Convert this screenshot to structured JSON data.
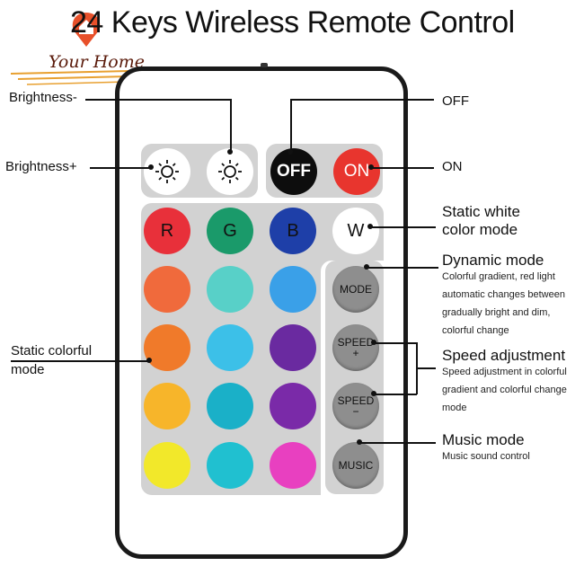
{
  "title": "24 Keys Wireless Remote Control",
  "logo": {
    "text": "Your Home",
    "icon": "house-pin-icon"
  },
  "buttons": {
    "off": "OFF",
    "on": "ON",
    "r": "R",
    "g": "G",
    "b": "B",
    "w": "W",
    "mode": "MODE",
    "speed_up": "SPEED",
    "speed_up_sign": "+",
    "speed_down": "SPEED",
    "speed_down_sign": "−",
    "music": "MUSIC"
  },
  "colors": {
    "r": "#e8303a",
    "g": "#1a9a6a",
    "b": "#1e3fa8",
    "row2": [
      "#f06a3c",
      "#58d0c8",
      "#3aa0e8"
    ],
    "row3": [
      "#f07a2a",
      "#3cc0e8",
      "#6a2aa0"
    ],
    "row4": [
      "#f7b52a",
      "#1ab0c8",
      "#7a2aa8"
    ],
    "row5": [
      "#f2e82a",
      "#20c0d0",
      "#e840c0"
    ],
    "off_bg": "#0d0d0d",
    "on_bg": "#e8352e"
  },
  "labels": {
    "brightness_minus": "Brightness-",
    "brightness_plus": "Brightness+",
    "off": "OFF",
    "on": "ON",
    "static_white": "Static white",
    "static_white_2": "color mode",
    "dynamic_mode": "Dynamic mode",
    "dynamic_desc": [
      "Colorful gradient, red light",
      "automatic changes between",
      "gradually bright and dim,",
      "colorful change"
    ],
    "static_colorful": "Static colorful",
    "static_colorful_2": "mode",
    "speed_adjustment": "Speed adjustment",
    "speed_desc": [
      "Speed adjustment in colorful",
      "gradient and colorful change",
      "mode"
    ],
    "music_mode": "Music mode",
    "music_desc": "Music sound control"
  }
}
